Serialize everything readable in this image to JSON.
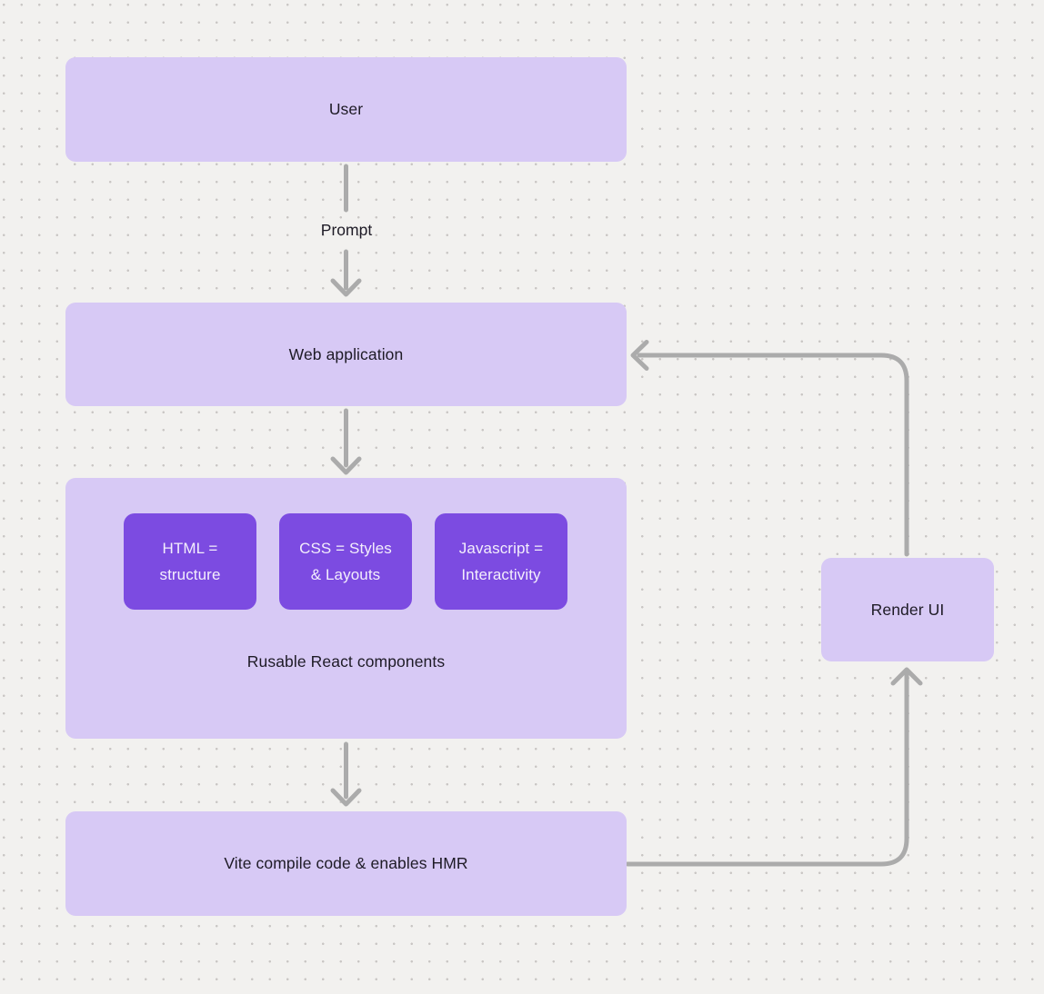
{
  "canvas": {
    "background_color": "#f2f1ef",
    "dot_grid_color": "#c9c6c4"
  },
  "colors": {
    "node_fill_light": "#d7c9f5",
    "node_fill_dark": "#7c4be1",
    "connector_gray": "#ababab",
    "text_dark": "#1e1b26",
    "text_on_dark": "#f3eefc"
  },
  "nodes": {
    "user": {
      "label": "User"
    },
    "web_application": {
      "label": "Web application"
    },
    "components": {
      "caption": "Rusable React components",
      "items": [
        {
          "lines": [
            "HTML =",
            "structure"
          ]
        },
        {
          "lines": [
            "CSS = Styles",
            "& Layouts"
          ]
        },
        {
          "lines": [
            "Javascript =",
            "Interactivity"
          ]
        }
      ]
    },
    "vite": {
      "label": "Vite compile code & enables HMR"
    },
    "render_ui": {
      "label": "Render UI"
    }
  },
  "edges": {
    "user_to_webapp_label": "Prompt"
  }
}
